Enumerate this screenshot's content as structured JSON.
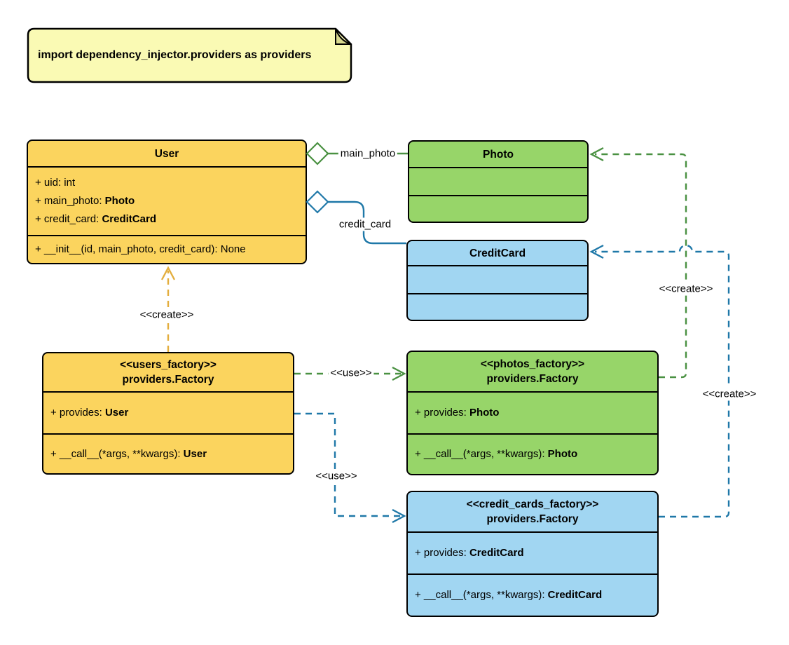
{
  "note": {
    "text": "import dependency_injector.providers as providers"
  },
  "colors": {
    "yellow_fill": "#fbd45e",
    "green_fill": "#97d569",
    "blue_fill": "#a1d6f2",
    "note_fill": "#fafab4",
    "border": "#000000",
    "yellow_line": "#e3ae3e",
    "green_line": "#4a9142",
    "blue_line": "#1f78a8"
  },
  "classes": {
    "user": {
      "title": "User",
      "attributes": [
        {
          "text": "+ uid: int",
          "type": ""
        },
        {
          "text": "+ main_photo: ",
          "type": "Photo"
        },
        {
          "text": "+ credit_card: ",
          "type": "CreditCard"
        }
      ],
      "methods": [
        {
          "text": "+ __init__(id, main_photo, credit_card): None",
          "type": ""
        }
      ]
    },
    "photo": {
      "title": "Photo"
    },
    "credit_card": {
      "title": "CreditCard"
    },
    "users_factory": {
      "stereotype": "<<users_factory>>",
      "title": "providers.Factory",
      "attributes": [
        {
          "text": "+ provides: ",
          "type": "User"
        }
      ],
      "methods": [
        {
          "text": "+ __call__(*args, **kwargs): ",
          "type": "User"
        }
      ]
    },
    "photos_factory": {
      "stereotype": "<<photos_factory>>",
      "title": "providers.Factory",
      "attributes": [
        {
          "text": "+ provides: ",
          "type": "Photo"
        }
      ],
      "methods": [
        {
          "text": "+ __call__(*args, **kwargs): ",
          "type": "Photo"
        }
      ]
    },
    "credit_cards_factory": {
      "stereotype": "<<credit_cards_factory>>",
      "title": "providers.Factory",
      "attributes": [
        {
          "text": "+ provides: ",
          "type": "CreditCard"
        }
      ],
      "methods": [
        {
          "text": "+ __call__(*args, **kwargs): ",
          "type": "CreditCard"
        }
      ]
    }
  },
  "edge_labels": {
    "main_photo": "main_photo",
    "credit_card": "credit_card",
    "create_user": "<<create>>",
    "use_photos": "<<use>>",
    "use_credit_cards": "<<use>>",
    "create_photo": "<<create>>",
    "create_credit_card": "<<create>>"
  }
}
